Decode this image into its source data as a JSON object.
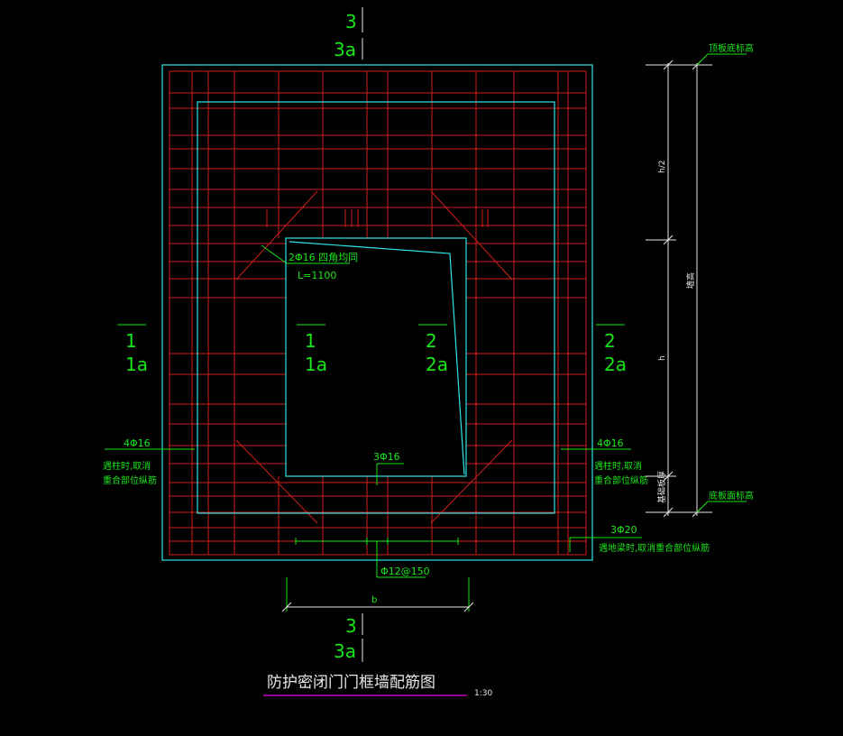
{
  "section_marks": {
    "top": {
      "num": "3",
      "sub": "3a"
    },
    "bottom": {
      "num": "3",
      "sub": "3a"
    },
    "left_outer": {
      "num": "1",
      "sub": "1a"
    },
    "left_inner": {
      "num": "1",
      "sub": "1a"
    },
    "right_inner": {
      "num": "2",
      "sub": "2a"
    },
    "right_outer": {
      "num": "2",
      "sub": "2a"
    }
  },
  "annotations": {
    "corner_bar": "2Φ16 四角均同",
    "corner_bar_length": "L=1100",
    "left_bar": "4Φ16",
    "left_note_1": "遇柱时,取消",
    "left_note_2": "重合部位纵筋",
    "right_bar": "4Φ16",
    "right_note_1": "遇柱时,取消",
    "right_note_2": "重合部位纵筋",
    "sill_bar": "3Φ16",
    "bottom_bar": "3Φ20",
    "bottom_note": "遇地梁时,取消重合部位纵筋",
    "stirrup": "Φ12@150",
    "width_dim": "b"
  },
  "elevation": {
    "top_label": "顶板底标高",
    "bottom_label": "底板面标高",
    "dim_upper": "h/2",
    "dim_lower": "h",
    "dim_total": "墙高",
    "dim_base": "基础板厚"
  },
  "title": {
    "text": "防护密闭门门框墙配筋图",
    "scale": "1:30",
    "underline_color": "#c000c0"
  },
  "colors": {
    "background": "#000000",
    "rebar": "#d21e1e",
    "outline": "#2fe6e6",
    "annotation": "#19e619",
    "dimension": "#e8e8e8"
  }
}
